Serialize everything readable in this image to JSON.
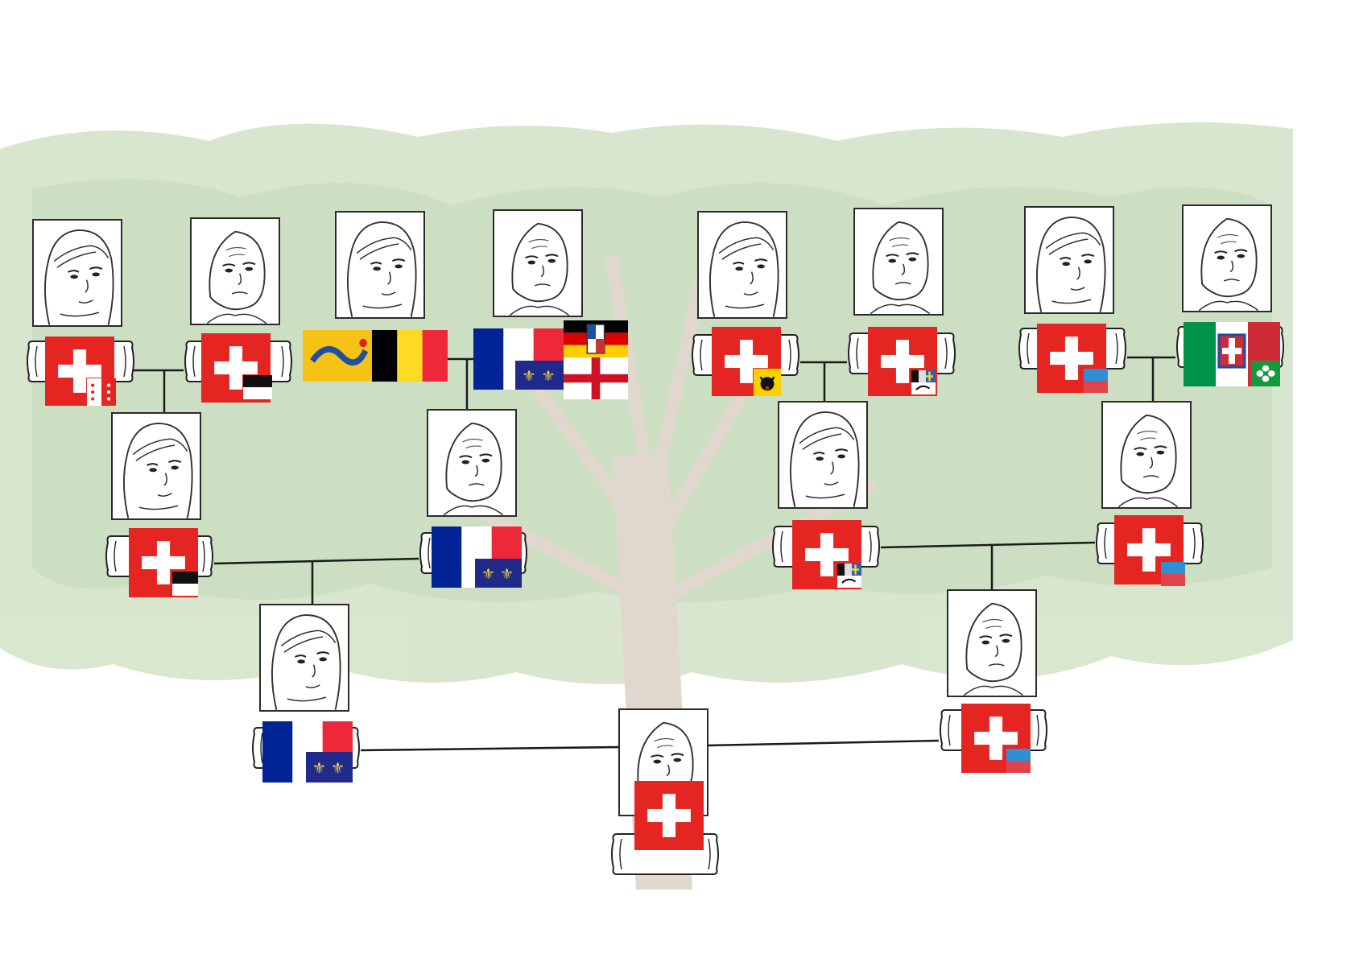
{
  "tree": {
    "people": [
      {
        "id": "gen3-1",
        "gender": "female",
        "flags": [
          "switzerland",
          "valais"
        ]
      },
      {
        "id": "gen3-2",
        "gender": "male",
        "flags": [
          "switzerland",
          "black-white"
        ]
      },
      {
        "id": "gen3-3",
        "gender": "female",
        "flags": [
          "qing-china",
          "belgium"
        ]
      },
      {
        "id": "gen3-4",
        "gender": "male",
        "flags": [
          "france",
          "ile-de-france",
          "saarland",
          "england-cross"
        ]
      },
      {
        "id": "gen3-5",
        "gender": "female",
        "flags": [
          "switzerland",
          "uri"
        ]
      },
      {
        "id": "gen3-6",
        "gender": "male",
        "flags": [
          "switzerland",
          "grisons"
        ]
      },
      {
        "id": "gen3-7",
        "gender": "female",
        "flags": [
          "switzerland",
          "blue-red-canton"
        ]
      },
      {
        "id": "gen3-8",
        "gender": "male",
        "flags": [
          "italy-savoy",
          "lombardy"
        ]
      },
      {
        "id": "gen2-1",
        "gender": "female",
        "flags": [
          "switzerland",
          "black-white"
        ]
      },
      {
        "id": "gen2-2",
        "gender": "male",
        "flags": [
          "france",
          "ile-de-france"
        ]
      },
      {
        "id": "gen2-3",
        "gender": "female",
        "flags": [
          "switzerland",
          "grisons"
        ]
      },
      {
        "id": "gen2-4",
        "gender": "male",
        "flags": [
          "switzerland",
          "blue-red-canton"
        ]
      },
      {
        "id": "gen1-1",
        "gender": "female",
        "flags": [
          "france",
          "ile-de-france"
        ]
      },
      {
        "id": "gen1-2",
        "gender": "male",
        "flags": [
          "switzerland",
          "blue-red-canton"
        ]
      },
      {
        "id": "gen0-1",
        "gender": "male",
        "flags": [
          "switzerland"
        ]
      }
    ],
    "colors": {
      "swiss_red": "#e52521",
      "french_blue": "#002395",
      "french_red": "#ed2939",
      "belgian_yellow": "#fdda24",
      "line": "#1a1a1a",
      "canopy": "#d8e6cf",
      "trunk": "#e5ddd3"
    }
  }
}
